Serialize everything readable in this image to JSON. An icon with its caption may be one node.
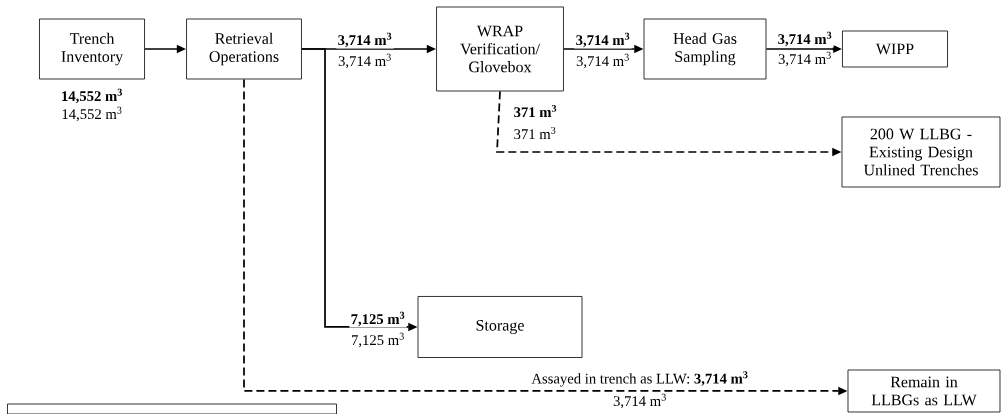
{
  "diagram": {
    "nodes": [
      {
        "text": [
          "Trench Inventory"
        ],
        "beside": [
          "14,552 m$^{3}$",
          "14,552 m$^{3}$"
        ]
      },
      {
        "text": [
          "Retrieval Operations"
        ]
      },
      {
        "text": [
          "WRAP Verification/ Glovebox"
        ]
      },
      {
        "text": [
          "Head Gas Sampling"
        ]
      },
      {
        "text": [
          "WIPP"
        ]
      },
      {
        "text": [
          "200 W LLBG - Existing Design Unlined Trenches"
        ]
      },
      {
        "text": [
          "Storage"
        ]
      },
      {
        "text": [
          "Remain in LLBGs as LLW"
        ]
      },
      {
        "text": [],
        "shape": "box"
      }
    ],
    "edges": [
      {
        "from": 0,
        "to": 1,
        "arrow": "to"
      },
      {
        "from": 1,
        "to": 2,
        "arrow": "to",
        "label": "3,714 m$^{3}$"
      },
      {
        "from": 1,
        "to": 6,
        "arrow": "to",
        "label": "7,125 m$^{3}$"
      },
      {
        "from": 2,
        "to": 3,
        "arrow": "to",
        "label": "3,714 m$^{3}$"
      },
      {
        "from": 3,
        "to": 4,
        "arrow": "to",
        "label": "3,714 m$^{3}$"
      },
      {
        "from": 2,
        "to": 5,
        "arrow": "to",
        "label": "371 m$^{3}$",
        "style": "dashed"
      },
      {
        "from": 1,
        "to": 7,
        "arrow": "to",
        "label": "Assayed in trench as LLW:  **3,714 m$^{3}$**",
        "style": "dashed"
      }
    ],
    "labels": [
      "3,714 m$^{3}$",
      "3,714 m$^{3}$",
      "3,714 m$^{3}$",
      "371 m$^{3}$",
      "7,125 m$^{3}$",
      "3,714 m$^{3}$"
    ]
  }
}
